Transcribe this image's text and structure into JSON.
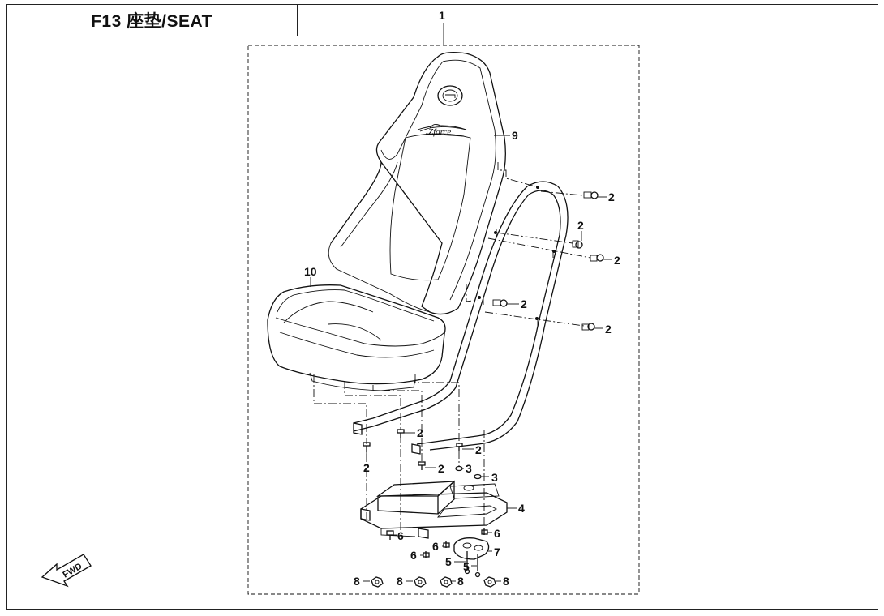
{
  "title": "F13  座垫/SEAT",
  "fwd_label": "FWD",
  "callouts": {
    "c1": "1",
    "c2a": "2",
    "c2b": "2",
    "c2c": "2",
    "c2d": "2",
    "c2e": "2",
    "c2f": "2",
    "c2g": "2",
    "c2h": "2",
    "c2i": "2",
    "c3a": "3",
    "c3b": "3",
    "c4": "4",
    "c5a": "5",
    "c5b": "5",
    "c6a": "6",
    "c6b": "6",
    "c6c": "6",
    "c6d": "6",
    "c7": "7",
    "c8a": "8",
    "c8b": "8",
    "c8c": "8",
    "c8d": "8",
    "c9": "9",
    "c10": "10"
  }
}
